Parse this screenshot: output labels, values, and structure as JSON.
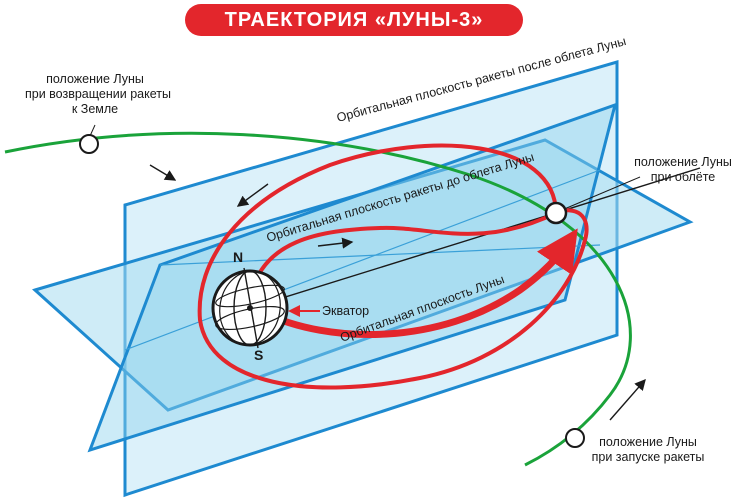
{
  "title": "ТРАЕКТОРИЯ «ЛУНЫ-3»",
  "labels": {
    "moon_return": [
      "положение Луны",
      "при возвращении ракеты",
      "к Земле"
    ],
    "moon_flyby": [
      "положение Луны",
      "при облёте"
    ],
    "moon_launch": [
      "положение Луны",
      "при запуске ракеты"
    ],
    "plane_after": "Орбитальная плоскость ракеты после облета Луны",
    "plane_before": "Орбитальная плоскость ракеты до облета Луны",
    "plane_moon": "Орбитальная плоскость Луны",
    "equator": "Экватор",
    "north": "N",
    "south": "S"
  },
  "colors": {
    "title_bg": "#e3262c",
    "trajectory": "#e3262c",
    "moon_orbit": "#1aa33a",
    "plane_edge": "#1e8ad0",
    "plane_fill": "#bfe6f5"
  }
}
